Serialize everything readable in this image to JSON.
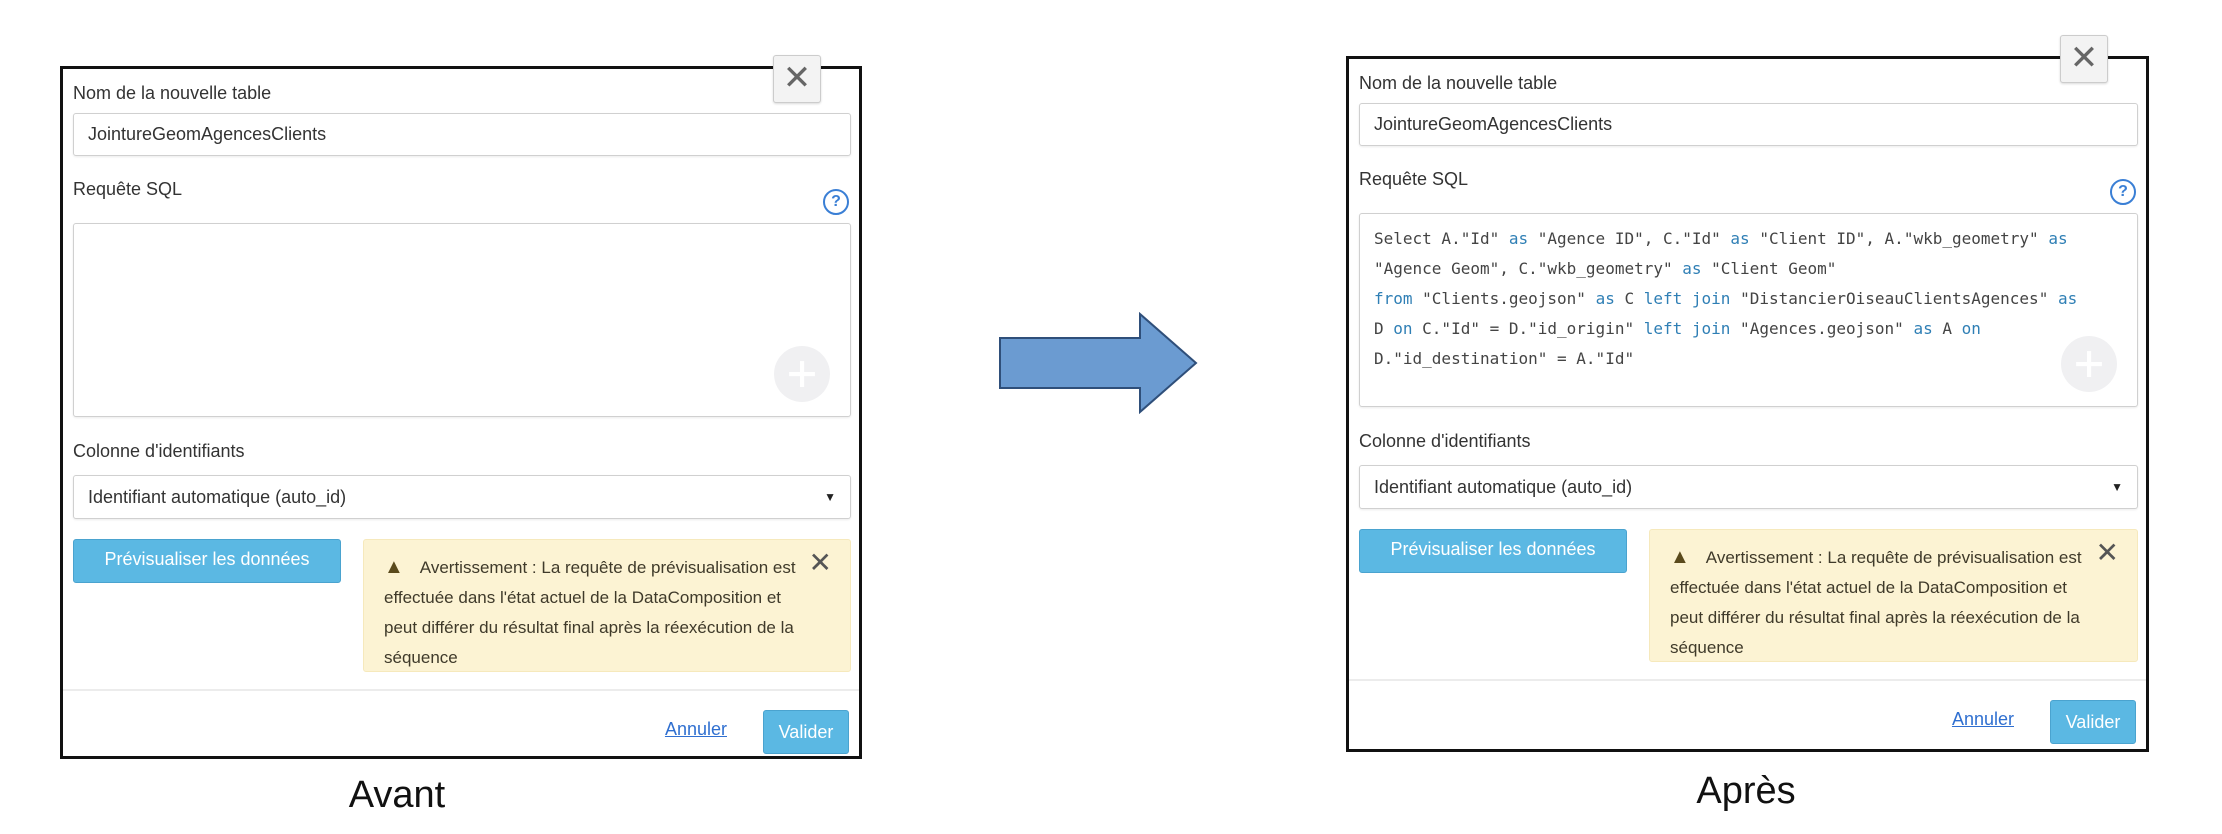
{
  "panels": {
    "before": {
      "name_label": "Nom de la nouvelle table",
      "name_value": "JointureGeomAgencesClients",
      "sql_label": "Requête SQL",
      "sql_lines": [],
      "id_label": "Colonne d'identifiants",
      "id_value": "Identifiant automatique (auto_id)",
      "preview_label": "Prévisualiser les données",
      "warning": "Avertissement : La requête de prévisualisation est effectuée dans l'état actuel de la DataComposition et peut différer du résultat final après la réexécution de la séquence",
      "cancel_label": "Annuler",
      "validate_label": "Valider",
      "caption": "Avant"
    },
    "after": {
      "name_label": "Nom de la nouvelle table",
      "name_value": "JointureGeomAgencesClients",
      "sql_label": "Requête SQL",
      "sql_lines": [
        [
          [
            "Select A.\"Id\" ",
            0
          ],
          [
            "as",
            1
          ],
          [
            " \"Agence ID\", C.\"Id\" ",
            0
          ],
          [
            "as",
            1
          ],
          [
            " \"Client ID\", A.\"wkb_geometry\" ",
            0
          ],
          [
            "as",
            1
          ]
        ],
        [
          [
            "\"Agence Geom\", C.\"wkb_geometry\" ",
            0
          ],
          [
            "as",
            1
          ],
          [
            " \"Client Geom\"",
            0
          ]
        ],
        [
          [
            "from",
            1
          ],
          [
            " \"Clients.geojson\" ",
            0
          ],
          [
            "as",
            1
          ],
          [
            " C ",
            0
          ],
          [
            "left join",
            1
          ],
          [
            " \"DistancierOiseauClientsAgences\" ",
            0
          ],
          [
            "as",
            1
          ]
        ],
        [
          [
            "D ",
            0
          ],
          [
            "on",
            1
          ],
          [
            " C.\"Id\" = D.\"id_origin\" ",
            0
          ],
          [
            "left join",
            1
          ],
          [
            " \"Agences.geojson\" ",
            0
          ],
          [
            "as",
            1
          ],
          [
            " A ",
            0
          ],
          [
            "on",
            1
          ]
        ],
        [
          [
            "D.\"id_destination\" = A.\"Id\"",
            0
          ]
        ]
      ],
      "id_label": "Colonne d'identifiants",
      "id_value": "Identifiant automatique (auto_id)",
      "preview_label": "Prévisualiser les données",
      "warning": "Avertissement : La requête de prévisualisation est effectuée dans l'état actuel de la DataComposition et peut différer du résultat final après la réexécution de la séquence",
      "cancel_label": "Annuler",
      "validate_label": "Valider",
      "caption": "Après"
    }
  },
  "icons": {
    "close": "close-icon",
    "help": "help-icon",
    "add": "plus-icon",
    "warning": "warning-icon",
    "caret": "caret-down-icon",
    "arrow": "right-arrow"
  },
  "colors": {
    "primary_button": "#5bb8e3",
    "warning_bg": "#fcf3d3",
    "keyword": "#2f7fb5",
    "arrow_fill": "#6b9bd1"
  }
}
